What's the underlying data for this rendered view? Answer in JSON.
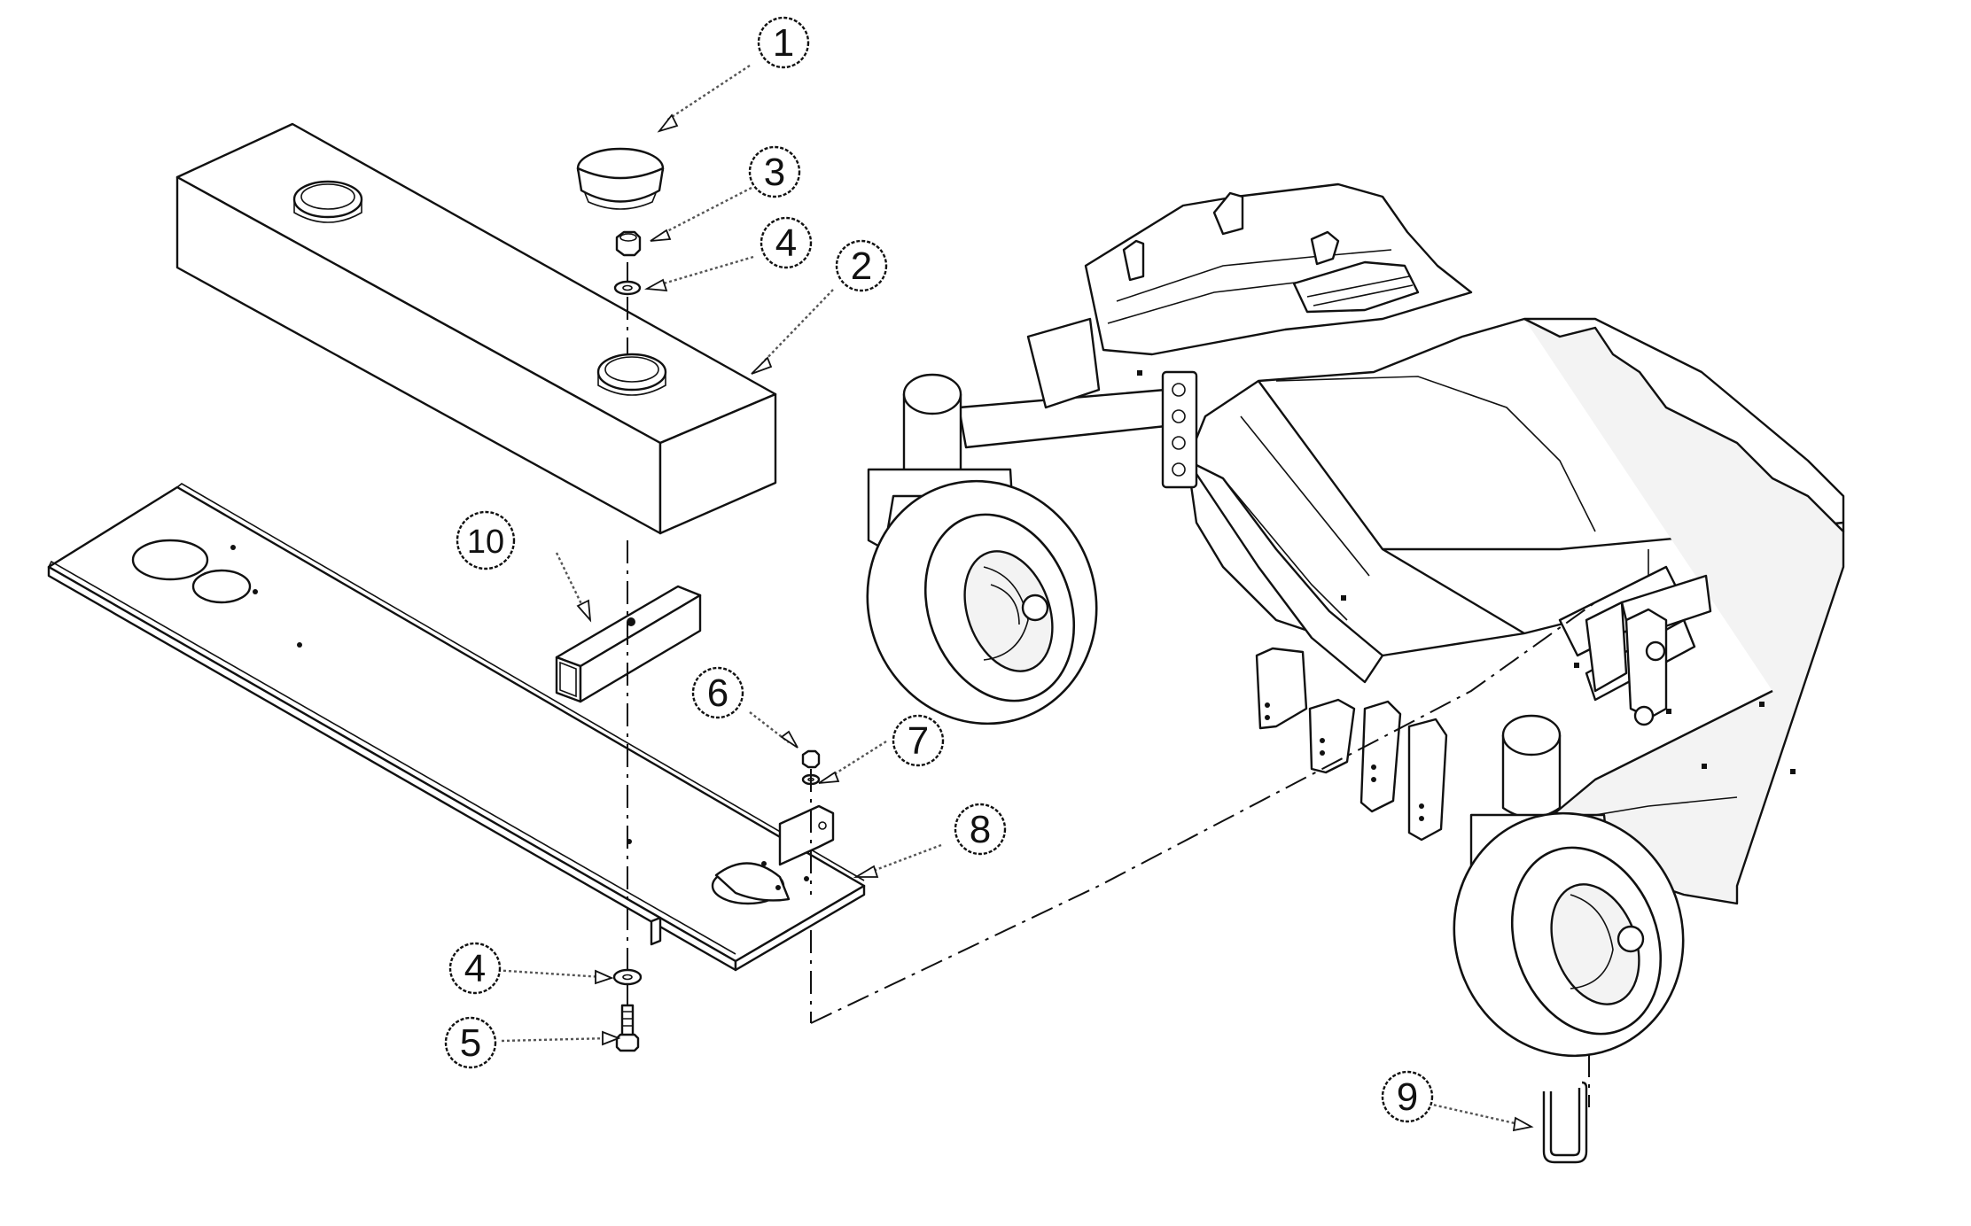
{
  "callouts": [
    {
      "id": "c1",
      "label": "1"
    },
    {
      "id": "c2",
      "label": "2"
    },
    {
      "id": "c3",
      "label": "3"
    },
    {
      "id": "c4a",
      "label": "4"
    },
    {
      "id": "c4b",
      "label": "4"
    },
    {
      "id": "c5",
      "label": "5"
    },
    {
      "id": "c6",
      "label": "6"
    },
    {
      "id": "c7",
      "label": "7"
    },
    {
      "id": "c8",
      "label": "8"
    },
    {
      "id": "c9",
      "label": "9"
    },
    {
      "id": "c10",
      "label": "10"
    }
  ]
}
